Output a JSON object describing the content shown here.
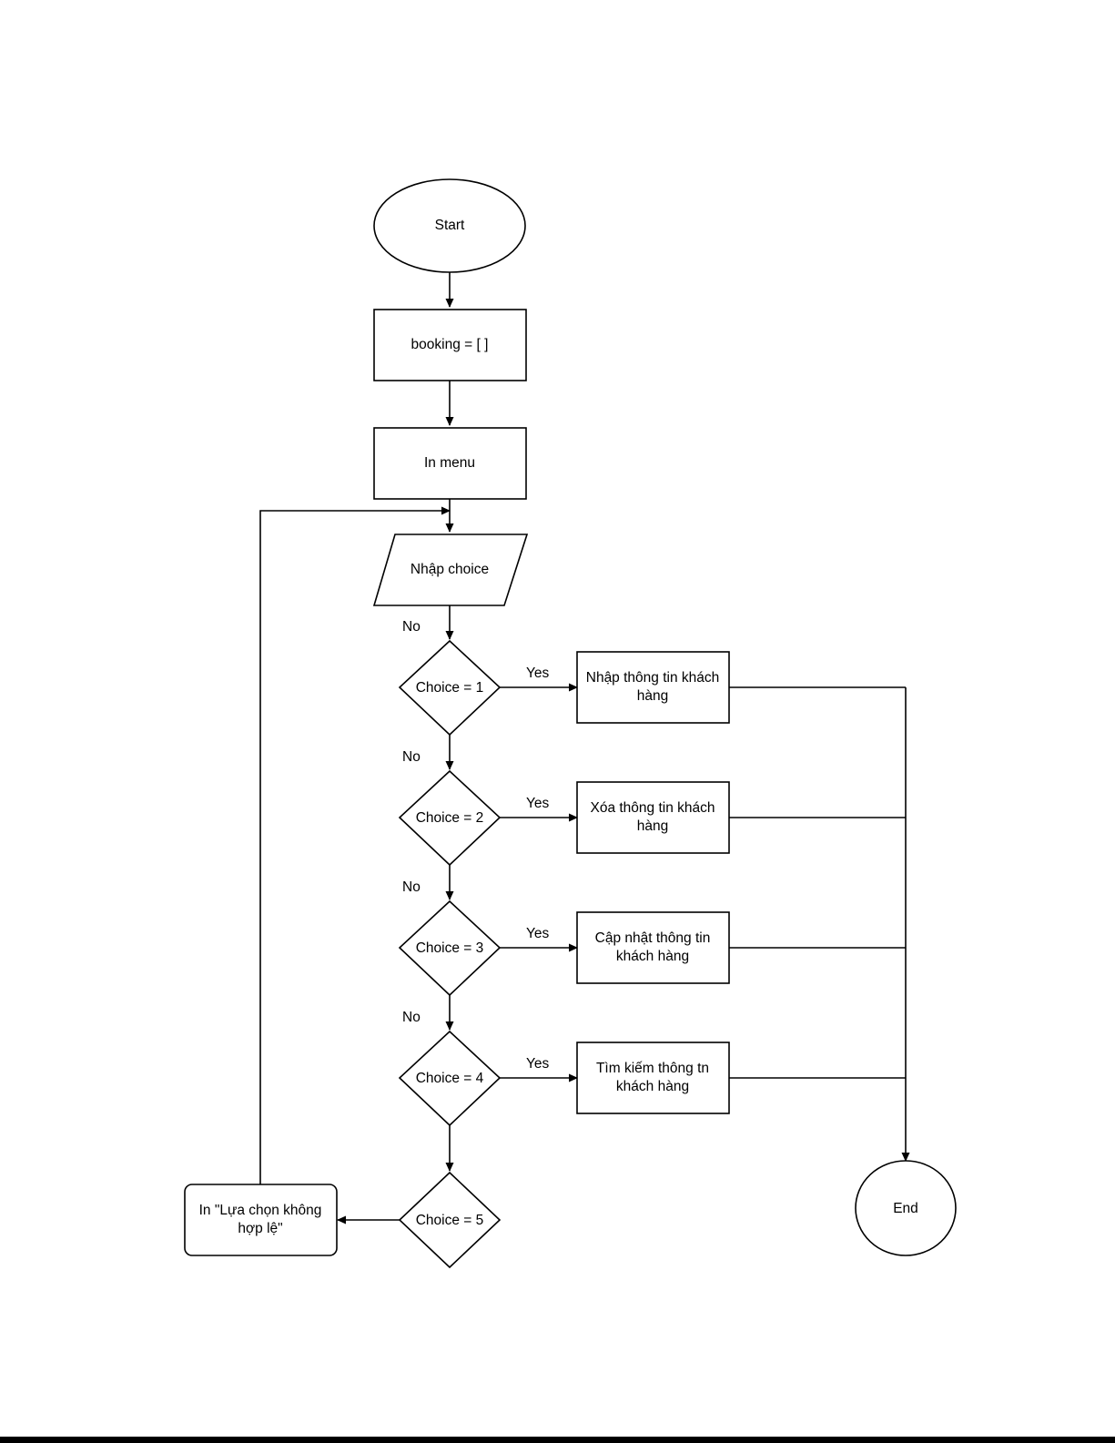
{
  "nodes": {
    "start": "Start",
    "init": "booking = [ ]",
    "menu": "In menu",
    "input": "Nhập choice",
    "d1": "Choice = 1",
    "d2": "Choice = 2",
    "d3": "Choice = 3",
    "d4": "Choice = 4",
    "d5": "Choice = 5",
    "a1": [
      "Nhập thông tin khách",
      "hàng"
    ],
    "a2": [
      "Xóa thông tin khách",
      "hàng"
    ],
    "a3": [
      "Cập nhật thông tin",
      "khách hàng"
    ],
    "a4": [
      "Tìm kiếm thông tn",
      "khách hàng"
    ],
    "invalid": [
      "In \"Lựa chọn không",
      "hợp lệ\""
    ],
    "end": "End"
  },
  "edge_labels": {
    "yes": "Yes",
    "no": "No"
  }
}
